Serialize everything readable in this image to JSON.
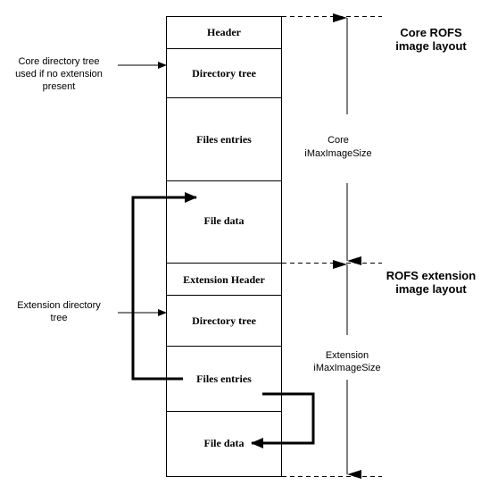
{
  "layout_blocks": [
    {
      "id": "header",
      "label": "Header"
    },
    {
      "id": "directory-tree",
      "label": "Directory tree"
    },
    {
      "id": "files-entries",
      "label": "Files entries"
    },
    {
      "id": "file-data",
      "label": "File data"
    },
    {
      "id": "extension-header",
      "label": "Extension Header"
    },
    {
      "id": "ext-directory-tree",
      "label": "Directory tree"
    },
    {
      "id": "ext-files-entries",
      "label": "Files entries"
    },
    {
      "id": "ext-file-data",
      "label": "File data"
    }
  ],
  "annotations": {
    "core_directory_note": [
      "Core directory tree",
      "used if no extension",
      "present"
    ],
    "extension_directory_note": [
      "Extension directory",
      "tree"
    ]
  },
  "titles": {
    "core_layout": [
      "Core ROFS",
      "image layout"
    ],
    "extension_layout": [
      "ROFS extension",
      "image layout"
    ]
  },
  "dimensions": {
    "core_size": [
      "Core",
      "iMaxImageSize"
    ],
    "extension_size": [
      "Extension",
      "iMaxImageSize"
    ]
  }
}
